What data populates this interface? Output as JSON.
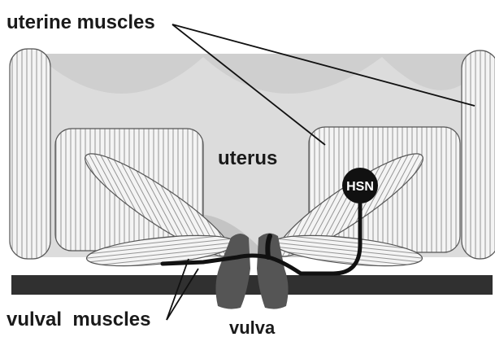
{
  "labels": {
    "uterine_muscles": "uterine muscles",
    "uterus": "uterus",
    "hsn": "HSN",
    "vulval_muscles": "vulval  muscles",
    "vulva": "vulva"
  },
  "colors": {
    "background": "#ffffff",
    "uterus_fill": "#cfcfcf",
    "uterus_light": "#dedede",
    "muscle_fill": "#f4f4f4",
    "muscle_stripe": "#8a8a8a",
    "vulva_fill": "#555555",
    "body_wall": "#303030",
    "neuron": "#111111",
    "text": "#1a1a1a"
  }
}
